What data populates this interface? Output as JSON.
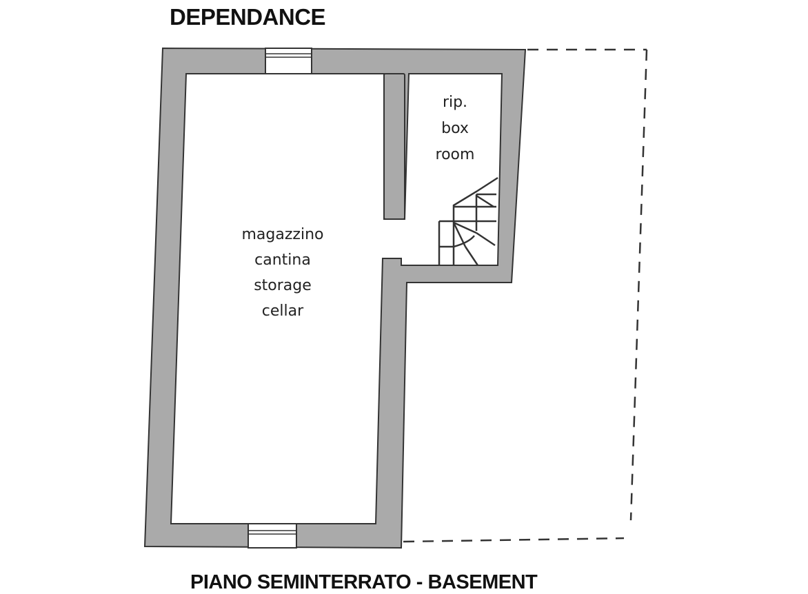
{
  "title": "DEPENDANCE",
  "subtitle": "PIANO SEMINTERRATO - BASEMENT",
  "rooms": {
    "cellar": [
      "magazzino",
      "cantina",
      "storage",
      "cellar"
    ],
    "box_room": [
      "rip.",
      "box",
      "room"
    ]
  },
  "colors": {
    "wall": "#a9a9a9",
    "outline": "#333333"
  }
}
